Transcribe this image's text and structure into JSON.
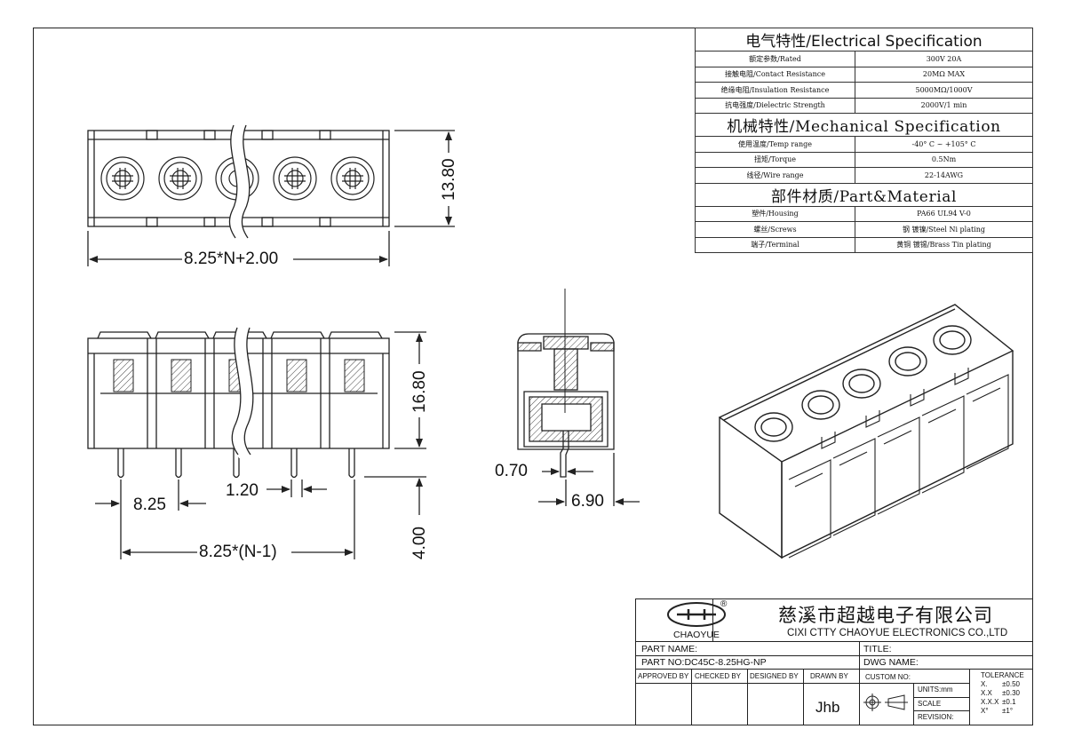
{
  "spec_table": {
    "electrical": {
      "title": "电气特性/Electrical Specification",
      "rows": [
        {
          "k": "额定参数/Rated",
          "v": "300V 20A"
        },
        {
          "k": "接触电阻/Contact Resistance",
          "v": "20MΩ MAX"
        },
        {
          "k": "绝缘电阻/Insulation Resistance",
          "v": "5000MΩ/1000V"
        },
        {
          "k": "抗电强度/Dielectric Strength",
          "v": "2000V/1 min"
        }
      ]
    },
    "mechanical": {
      "title": "机械特性/Mechanical Specification",
      "rows": [
        {
          "k": "使用温度/Temp range",
          "v": "-40° C ~ +105° C"
        },
        {
          "k": "扭矩/Torque",
          "v": "0.5Nm"
        },
        {
          "k": "线径/Wire range",
          "v": "22-14AWG"
        }
      ]
    },
    "material": {
      "title": "部件材质/Part&Material",
      "rows": [
        {
          "k": "塑件/Housing",
          "v": "PA66 UL94 V-0"
        },
        {
          "k": "螺丝/Screws",
          "v": "钢 镀镍/Steel Ni plating"
        },
        {
          "k": "端子/Terminal",
          "v": "黄铜 镀锡/Brass Tin plating"
        }
      ]
    }
  },
  "dimensions": {
    "top_height": "13.80",
    "top_width": "8.25*N+2.00",
    "front_height": "16.80",
    "pin_length": "4.00",
    "pitch": "8.25",
    "pin_width": "1.20",
    "pin_span": "8.25*(N-1)",
    "side_pin": "0.70",
    "side_width": "6.90"
  },
  "title_block": {
    "logo_text": "CHAOYUE",
    "logo_registered": "®",
    "company_cn": "慈溪市超越电子有限公司",
    "company_en": "CIXI CTTY CHAOYUE ELECTRONICS CO.,LTD",
    "part_name_label": "PART NAME:",
    "title_label": "TITLE:",
    "part_no_label": "PART NO:",
    "part_no": "DC45C-8.25HG-NP",
    "dwg_name_label": "DWG NAME:",
    "approved_by": "APPROVED BY",
    "checked_by": "CHECKED BY",
    "designed_by": "DESIGNED BY",
    "drawn_by": "DRAWN BY",
    "drawn_by_value": "Jhb",
    "custom_no": "CUSTOM NO:",
    "units": "UNITS:mm",
    "scale": "SCALE",
    "revision": "REVISION:",
    "tolerance_title": "TOLERANCE",
    "tolerance": [
      {
        "k": "X.",
        "v": "±0.50"
      },
      {
        "k": "X.X",
        "v": "±0.30"
      },
      {
        "k": "X.X.X",
        "v": "±0.1"
      },
      {
        "k": "X°",
        "v": "±1°"
      }
    ]
  }
}
